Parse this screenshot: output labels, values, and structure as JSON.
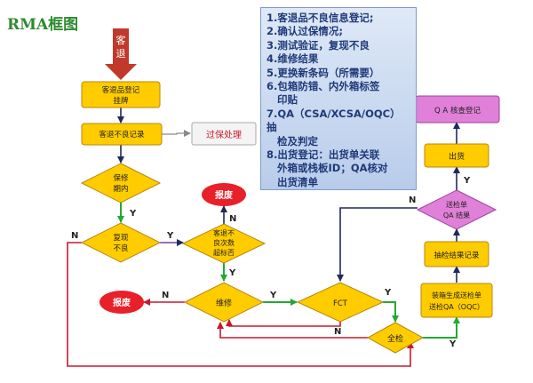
{
  "title": "RMA框图",
  "start_arrow": "客退",
  "nodes": {
    "register": [
      "客退品登记",
      "挂牌"
    ],
    "defect_record": "客退不良记录",
    "warranty_process": "过保处理",
    "in_warranty": [
      "保修",
      "期内"
    ],
    "reproduce": [
      "复现",
      "不良"
    ],
    "defect_count": [
      "客退不",
      "良次数",
      "超标否"
    ],
    "scrap_top": "报废",
    "scrap_left": "报废",
    "repair": "维修",
    "fct": "FCT",
    "full_check": "全检",
    "pack_send": [
      "装箱生成送检单",
      "送检QA（OQC）"
    ],
    "sample_record": "抽检结果记录",
    "inspect_result": [
      "送检单",
      "QA 结果"
    ],
    "ship": "出货",
    "qa_ship_register": "Q A 核查登记"
  },
  "labels": {
    "y": "Y",
    "n": "N"
  },
  "notes": [
    "1.客退品不良信息登记;",
    "2.确认过保情况;",
    "3.测试验证，复现不良",
    "4.维修结果",
    "5.更换新条码（所需要）",
    "6.包箱防错、内外箱标签",
    "印贴",
    "7.QA（CSA/XCSA/OQC）抽",
    "检及判定",
    "8.出货登记：出货单关联",
    "外箱或栈板ID；QA核对",
    "出货清单"
  ],
  "colors": {
    "box_fill": "#ffcc00",
    "box_stroke": "#b8860b",
    "pink_fill": "#e080d8",
    "scrap_fill": "#e8202a",
    "green_line": "#22aa33",
    "red_line": "#c8192b",
    "navy_line": "#1f2a5a",
    "start_arrow": "#c0392b",
    "notes_text": "#1f3a7a"
  }
}
